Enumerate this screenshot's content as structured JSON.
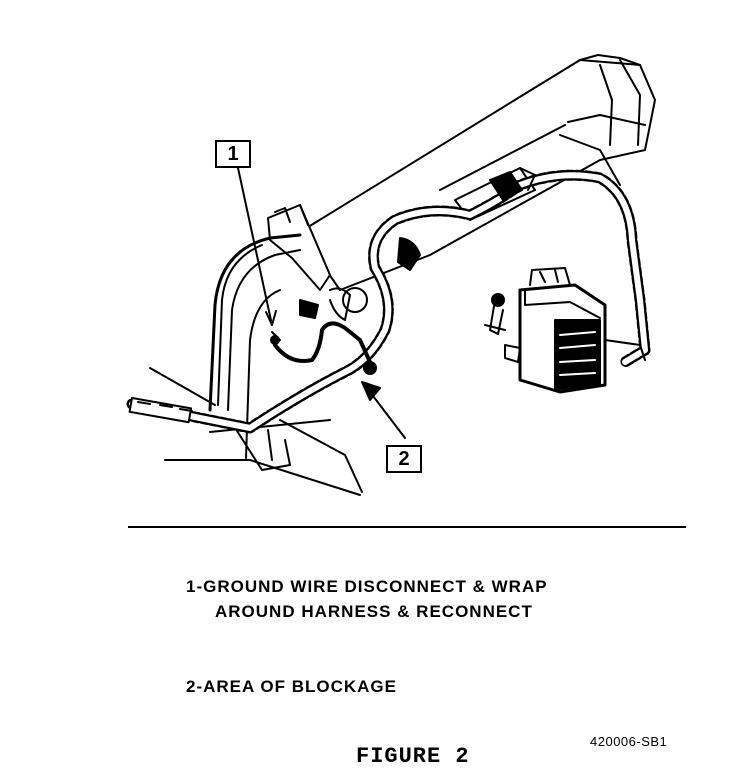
{
  "callouts": {
    "one": "1",
    "two": "2"
  },
  "legend": {
    "item1_line1": "1-GROUND WIRE DISCONNECT & WRAP",
    "item1_line2": "AROUND HARNESS & RECONNECT",
    "item2": "2-AREA OF BLOCKAGE"
  },
  "figure_title": "FIGURE 2",
  "part_number": "420006-SB1"
}
